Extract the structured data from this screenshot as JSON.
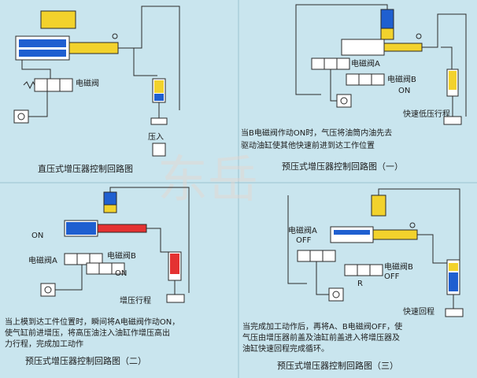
{
  "watermark": "东岳",
  "panels": {
    "p1": {
      "title": "直压式增压器控制回路图",
      "valve_label": "电磁阀",
      "press_label": "压入"
    },
    "p2": {
      "title": "预压式增压器控制回路图（一）",
      "valve_a_label": "电磁阀A",
      "valve_b_label": "电磁阀B",
      "valve_b_state": "ON",
      "stroke_label": "快速低压行程",
      "desc_line1": "当B电磁阀作动ON时，气压将油筒内油先去",
      "desc_line2": "驱动油缸使其他快速前进到达工作位置"
    },
    "p3": {
      "title": "预压式增压器控制回路图（二）",
      "on_label_top": "ON",
      "valve_a_label": "电磁阀A",
      "valve_b_label": "电磁阀B",
      "on_label_bottom": "ON",
      "stroke_label": "增压行程",
      "desc_line1": "当上模到达工件位置时，瞬间将A电磁阀作动ON，",
      "desc_line2": "使气缸前进增压，将高压油注入油缸作增压高出",
      "desc_line3": "力行程，完成加工动作"
    },
    "p4": {
      "title": "预压式增压器控制回路图（三）",
      "valve_a_label": "电磁阀A",
      "valve_a_state": "OFF",
      "valve_b_label": "电磁阀B",
      "valve_b_state": "OFF",
      "r_label": "R",
      "return_label": "快速回程",
      "desc_line1": "当完成加工动作后，再将A、B电磁阀OFF，使",
      "desc_line2": "气压由增压器前盖及油缸前盖进入将增压器及",
      "desc_line3": "油缸快速回程完成循环。"
    }
  },
  "colors": {
    "background": "#c9e5ee",
    "yellow": "#f2d22c",
    "blue": "#1f5fd0",
    "red": "#e43232",
    "line": "#2a2a2a"
  }
}
